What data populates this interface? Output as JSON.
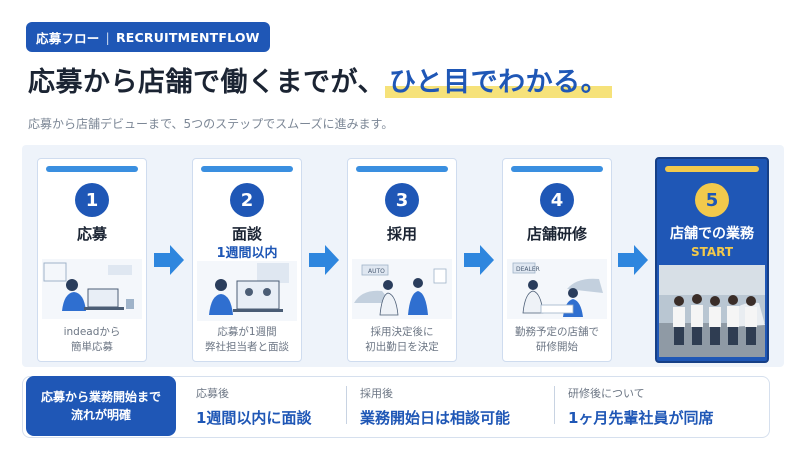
{
  "header": {
    "tag_jp": "応募フロー",
    "tag_sep": "|",
    "tag_en": "RECRUITMENTFLOW",
    "headline_main": "応募から店舗で働くまでが、",
    "headline_highlight": "ひと目でわかる。",
    "subtitle": "応募から店舗デビューまで、5つのステップでスムーズに進みます。"
  },
  "steps": [
    {
      "num": "1",
      "title": "応募",
      "subtitle": "",
      "caption_1": "indeadから",
      "caption_2": "簡単応募",
      "icon": "laptop-apply-illustration"
    },
    {
      "num": "2",
      "title": "面談",
      "subtitle": "1週間以内",
      "caption_1": "応募が1週間",
      "caption_2": "弊社担当者と面談",
      "icon": "video-interview-illustration"
    },
    {
      "num": "3",
      "title": "採用",
      "subtitle": "",
      "caption_1": "採用決定後に",
      "caption_2": "初出勤日を決定",
      "icon": "handshake-illustration"
    },
    {
      "num": "4",
      "title": "店舗研修",
      "subtitle": "",
      "caption_1": "勤務予定の店舗で",
      "caption_2": "研修開始",
      "icon": "dealer-training-illustration"
    },
    {
      "num": "5",
      "title": "店舗での業務",
      "subtitle": "START",
      "icon": "team-photo"
    }
  ],
  "summary": {
    "head_1": "応募から業務開始まで",
    "head_2": "流れが明確",
    "items": [
      {
        "label": "応募後",
        "value": "1週間以内に面談"
      },
      {
        "label": "採用後",
        "value": "業務開始日は相談可能"
      },
      {
        "label": "研修後について",
        "value": "1ヶ月先輩社員が同席"
      }
    ]
  },
  "colors": {
    "primary": "#1f57b6",
    "accent": "#3a8fe0",
    "highlight": "#f2c94c"
  }
}
